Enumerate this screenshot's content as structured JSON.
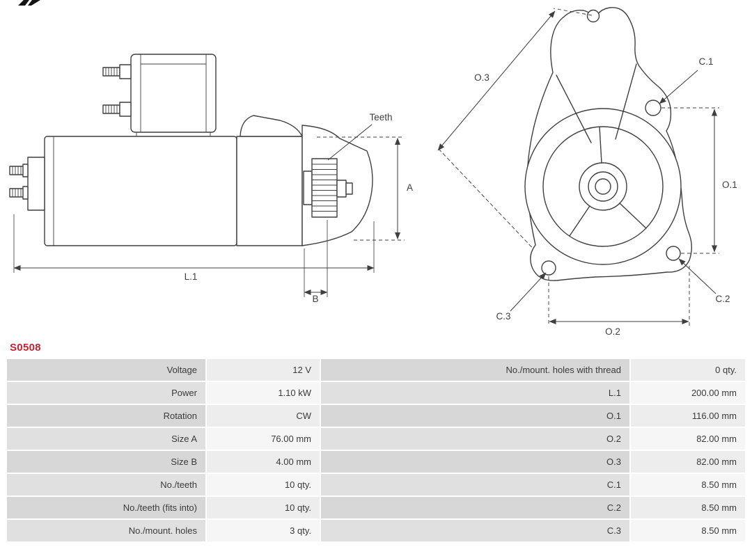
{
  "part_number": "S0508",
  "colors": {
    "part_number_red": "#c4232b",
    "drawing_line": "#3f3f3f",
    "table_label_bg": "#d7d7d7",
    "table_value_bg": "#ededed"
  },
  "diagram": {
    "labels": {
      "teeth": "Teeth",
      "a": "A",
      "l1": "L.1",
      "b": "B",
      "o1": "O.1",
      "o2": "O.2",
      "o3": "O.3",
      "c1": "C.1",
      "c2": "C.2",
      "c3": "C.3"
    }
  },
  "spec_table": {
    "rows": [
      {
        "label_left": "Voltage",
        "value_left": "12 V",
        "label_right": "No./mount. holes with thread",
        "value_right": "0 qty."
      },
      {
        "label_left": "Power",
        "value_left": "1.10 kW",
        "label_right": "L.1",
        "value_right": "200.00 mm"
      },
      {
        "label_left": "Rotation",
        "value_left": "CW",
        "label_right": "O.1",
        "value_right": "116.00 mm"
      },
      {
        "label_left": "Size A",
        "value_left": "76.00 mm",
        "label_right": "O.2",
        "value_right": "82.00 mm"
      },
      {
        "label_left": "Size B",
        "value_left": "4.00 mm",
        "label_right": "O.3",
        "value_right": "82.00 mm"
      },
      {
        "label_left": "No./teeth",
        "value_left": "10 qty.",
        "label_right": "C.1",
        "value_right": "8.50 mm"
      },
      {
        "label_left": "No./teeth (fits into)",
        "value_left": "10 qty.",
        "label_right": "C.2",
        "value_right": "8.50 mm"
      },
      {
        "label_left": "No./mount. holes",
        "value_left": "3 qty.",
        "label_right": "C.3",
        "value_right": "8.50 mm"
      }
    ]
  }
}
